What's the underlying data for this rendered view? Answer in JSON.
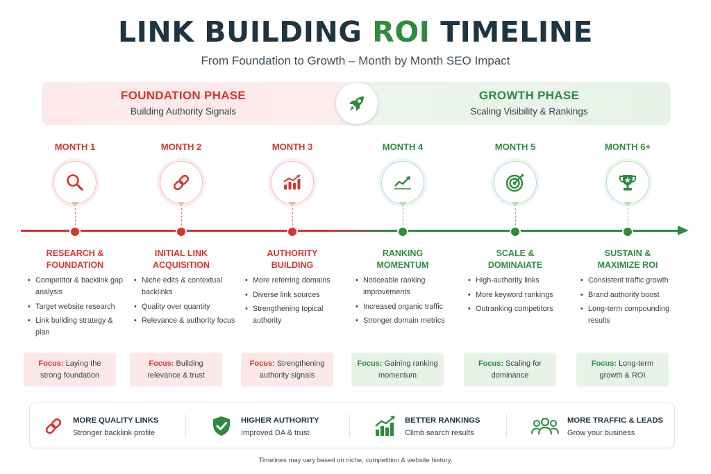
{
  "header": {
    "title_main": "LINK BUILDING",
    "title_accent": "ROI",
    "title_end": "TIMELINE",
    "subtitle": "From Foundation to Growth – Month by Month SEO Impact"
  },
  "phases": {
    "foundation": {
      "title": "FOUNDATION PHASE",
      "subtitle": "Building Authority Signals"
    },
    "growth": {
      "title": "GROWTH PHASE",
      "subtitle": "Scaling Visibility & Rankings"
    },
    "divider_icon": "rocket-icon"
  },
  "colors": {
    "foundation": "#d8342d",
    "growth": "#2e8b3e",
    "text": "#1f3442"
  },
  "months": [
    {
      "month": "MONTH 1",
      "icon": "magnifier-icon",
      "title_line1": "RESEARCH &",
      "title_line2": "FOUNDATION",
      "bullets": [
        "Competitor & backlink gap analysis",
        "Target website research",
        "Link building strategy & plan"
      ],
      "focus_label": "Focus:",
      "focus_text": "Laying the strong foundation"
    },
    {
      "month": "MONTH 2",
      "icon": "chain-link-icon",
      "title_line1": "INITIAL LINK",
      "title_line2": "ACQUISITION",
      "bullets": [
        "Niche edits & contextual backlinks",
        "Quality over quantity",
        "Relevance & authority focus"
      ],
      "focus_label": "Focus:",
      "focus_text": "Building relevance & trust"
    },
    {
      "month": "MONTH 3",
      "icon": "rising-bar-chart-icon",
      "title_line1": "AUTHORITY",
      "title_line2": "BUILDING",
      "bullets": [
        "More referring domains",
        "Diverse link sources",
        "Strengthening topical authority"
      ],
      "focus_label": "Focus:",
      "focus_text": "Strengthening authority signals"
    },
    {
      "month": "MONTH 4",
      "icon": "trend-line-icon",
      "title_line1": "RANKING",
      "title_line2": "MOMENTUM",
      "bullets": [
        "Noticeable ranking improvements",
        "Increased organic traffic",
        "Stronger domain metrics"
      ],
      "focus_label": "Focus:",
      "focus_text": "Gaining ranking momentum"
    },
    {
      "month": "MONTH 5",
      "icon": "target-icon",
      "title_line1": "SCALE &",
      "title_line2": "DOMINAIATE",
      "bullets": [
        "High-authority links",
        "More keyword rankings",
        "Outranking competitors"
      ],
      "focus_label": "Focus:",
      "focus_text": "Scaling for dominance"
    },
    {
      "month": "MONTH 6+",
      "icon": "trophy-icon",
      "title_line1": "SUSTAIN &",
      "title_line2": "MAXIMIZE ROI",
      "bullets": [
        "Consistent traffic growth",
        "Brand authority boost",
        "Long-term compounding results"
      ],
      "focus_label": "Focus:",
      "focus_text": "Long-term growth & ROI"
    }
  ],
  "benefits": [
    {
      "icon": "link-icon",
      "title": "MORE QUALITY LINKS",
      "subtitle": "Stronger backlink profile"
    },
    {
      "icon": "shield-check-icon",
      "title": "HIGHER AUTHORITY",
      "subtitle": "Improved DA & trust"
    },
    {
      "icon": "bar-growth-icon",
      "title": "BETTER RANKINGS",
      "subtitle": "Climb search results"
    },
    {
      "icon": "people-group-icon",
      "title": "MORE TRAFFIC & LEADS",
      "subtitle": "Grow your business"
    }
  ],
  "footnote": "Timelines may vary based on niche, competition & website history."
}
